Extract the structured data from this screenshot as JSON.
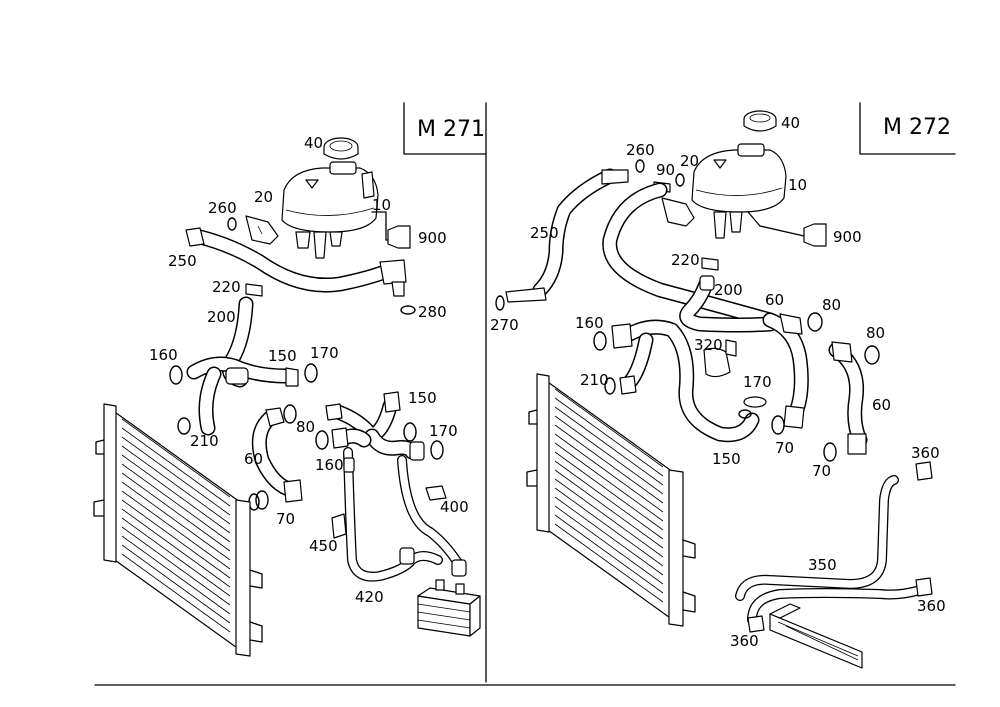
{
  "panels": [
    {
      "title": "M 271"
    },
    {
      "title": "M 272"
    }
  ],
  "labels": {
    "l": {
      "p40": "40",
      "p10": "10",
      "p20": "20",
      "p260": "260",
      "p250": "250",
      "p900": "900",
      "p220": "220",
      "p280": "280",
      "p200": "200",
      "p160a": "160",
      "p150a": "150",
      "p170a": "170",
      "p210": "210",
      "p80": "80",
      "p60": "60",
      "p70": "70",
      "p150b": "150",
      "p170b": "170",
      "p160b": "160",
      "p400": "400",
      "p450": "450",
      "p420": "420"
    },
    "r": {
      "p40": "40",
      "p260": "260",
      "p20": "20",
      "p90": "90",
      "p10": "10",
      "p250": "250",
      "p900": "900",
      "p220": "220",
      "p200": "200",
      "p270": "270",
      "p160": "160",
      "p60a": "60",
      "p80a": "80",
      "p80b": "80",
      "p320": "320",
      "p210": "210",
      "p170": "170",
      "p60b": "60",
      "p70a": "70",
      "p70b": "70",
      "p150": "150",
      "p360a": "360",
      "p350": "350",
      "p360b": "360",
      "p360c": "360"
    }
  }
}
